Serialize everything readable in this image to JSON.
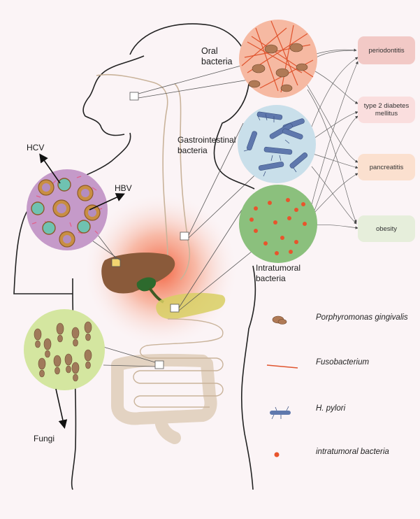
{
  "labels": {
    "oral": "Oral\nbacteria",
    "gi": "Gastrointestinal\nbacteria",
    "intratumoral": "Intratumoral\nbacteria",
    "hcv": "HCV",
    "hbv": "HBV",
    "fungi": "Fungi"
  },
  "diseases": [
    "periodontitis",
    "type 2 diabetes\nmellitus",
    "pancreatitis",
    "obesity"
  ],
  "legend": [
    "Porphyromonas gingivalis",
    "Fusobacterium",
    "H. pylori",
    "intratumoral bacteria"
  ],
  "colors": {
    "oral_circle": "#f6b9a2",
    "gi_circle": "#c9dfea",
    "intratumoral_circle": "#8bc07d",
    "virus_circle": "#c59ac9",
    "fungi_circle": "#d4e6a0",
    "periodontitis_box": "#f2c9c6",
    "t2dm_box": "#fadede",
    "pancreatitis_box": "#fbe0cf",
    "obesity_box": "#e6eedb"
  }
}
